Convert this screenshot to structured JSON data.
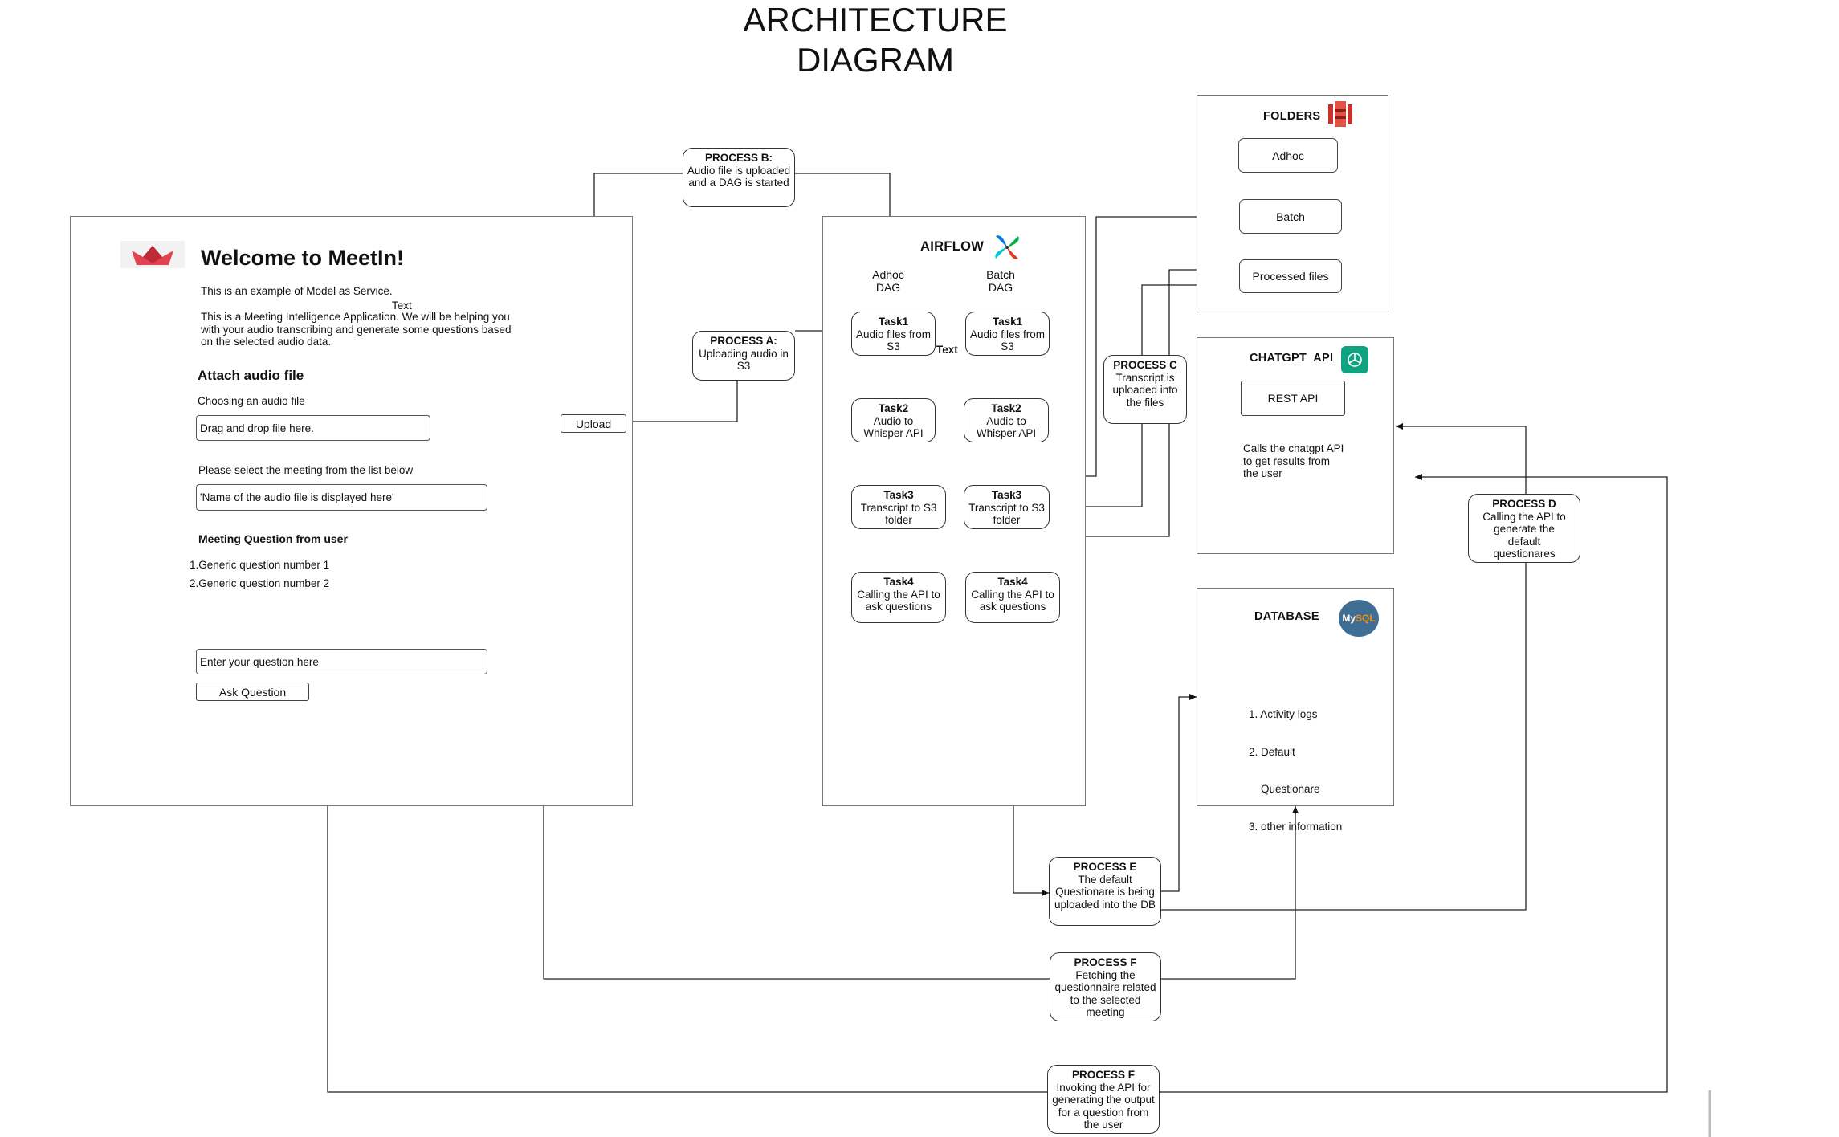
{
  "title_line1": "ARCHITECTURE",
  "title_line2": "DIAGRAM",
  "app": {
    "heading": "Welcome to MeetIn!",
    "intro": "This is an example of Model as Service.",
    "text_label": "Text",
    "description_lines": [
      "This is a Meeting Intelligence Application. We will be helping you",
      "with your audio transcribing and generate some questions based",
      "on the selected audio data."
    ],
    "attach_heading": "Attach audio file",
    "choosing_label": "Choosing an audio file",
    "dropzone": "Drag and drop file here.",
    "upload_button": "Upload",
    "select_label": "Please select the meeting from the list below",
    "select_value": "'Name of the audio file is displayed here'",
    "questions_heading": "Meeting Question from user",
    "questions": [
      "1.Generic question number 1",
      "2.Generic question number 2"
    ],
    "question_input": "Enter your question here",
    "ask_button": "Ask Question"
  },
  "airflow": {
    "title": "AIRFLOW",
    "adhoc_label": [
      "Adhoc",
      "DAG"
    ],
    "batch_label": [
      "Batch",
      "DAG"
    ],
    "text_label": "Text",
    "adhoc_tasks": [
      {
        "title": "Task1",
        "lines": [
          "Audio files from",
          "S3"
        ]
      },
      {
        "title": "Task2",
        "lines": [
          "Audio to",
          "Whisper API"
        ]
      },
      {
        "title": "Task3",
        "lines": [
          "Transcript to S3",
          "folder"
        ]
      },
      {
        "title": "Task4",
        "lines": [
          "Calling the API to",
          "ask questions"
        ]
      }
    ],
    "batch_tasks": [
      {
        "title": "Task1",
        "lines": [
          "Audio files from",
          "S3"
        ]
      },
      {
        "title": "Task2",
        "lines": [
          "Audio to",
          "Whisper API"
        ]
      },
      {
        "title": "Task3",
        "lines": [
          "Transcript to S3",
          "folder"
        ]
      },
      {
        "title": "Task4",
        "lines": [
          "Calling the API to",
          "ask questions"
        ]
      }
    ]
  },
  "folders": {
    "title": "FOLDERS",
    "items": [
      "Adhoc",
      "Batch",
      "Processed files"
    ]
  },
  "chatgpt": {
    "title": "CHATGPT  API",
    "rest": "REST API",
    "desc_lines": [
      "Calls the chatgpt API",
      "to get results from",
      "the user"
    ]
  },
  "database": {
    "title": "DATABASE",
    "logo_text": "My",
    "items": [
      "1. Activity logs",
      "2. Default",
      "    Questionare",
      "3. other information"
    ]
  },
  "processes": {
    "a": {
      "title": "PROCESS A:",
      "lines": [
        "Uploading audio in",
        "S3"
      ]
    },
    "b": {
      "title": "PROCESS B:",
      "lines": [
        "Audio file is uploaded",
        "and a DAG is started"
      ]
    },
    "c": {
      "title": "PROCESS C",
      "lines": [
        "Transcript is",
        "uploaded  into",
        "the files"
      ]
    },
    "d": {
      "title": "PROCESS D",
      "lines": [
        "Calling the API to",
        "generate the",
        "default",
        "questionares"
      ]
    },
    "e": {
      "title": "PROCESS E",
      "lines": [
        "The default",
        "Questionare is being",
        "uploaded into the DB"
      ]
    },
    "f1": {
      "title": "PROCESS F",
      "lines": [
        "Fetching the",
        "questionnaire related",
        "to the selected",
        "meeting"
      ]
    },
    "f2": {
      "title": "PROCESS F",
      "lines": [
        "Invoking the API for",
        "generating the output",
        "for a question from",
        "the user"
      ]
    }
  },
  "colors": {
    "streamlit_red": "#e0424f",
    "airflow_blue": "#017cee",
    "airflow_green": "#00c7d4",
    "s3_red": "#c7302b",
    "openai_green": "#10a37f",
    "mysql_blue": "#3e6e93"
  }
}
